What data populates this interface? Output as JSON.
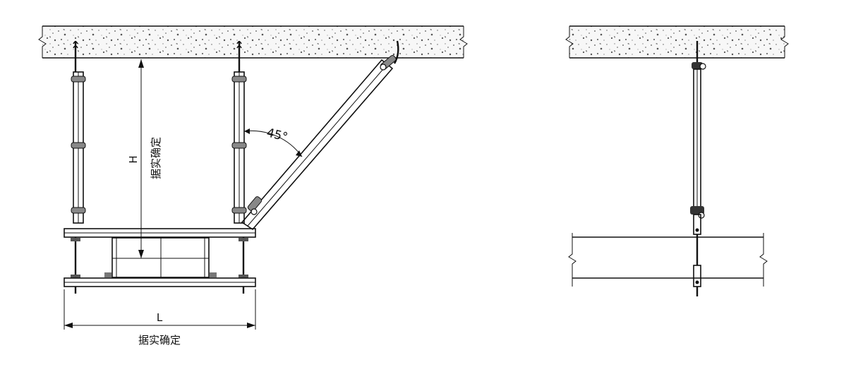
{
  "labels": {
    "height_symbol": "H",
    "height_note": "据实确定",
    "length_symbol": "L",
    "length_note": "据实确定",
    "angle": "45°"
  },
  "colors": {
    "line": "#111111",
    "concrete_fill": "#f7f7f7",
    "aggregate": "#555555",
    "clamp": "#777777"
  }
}
